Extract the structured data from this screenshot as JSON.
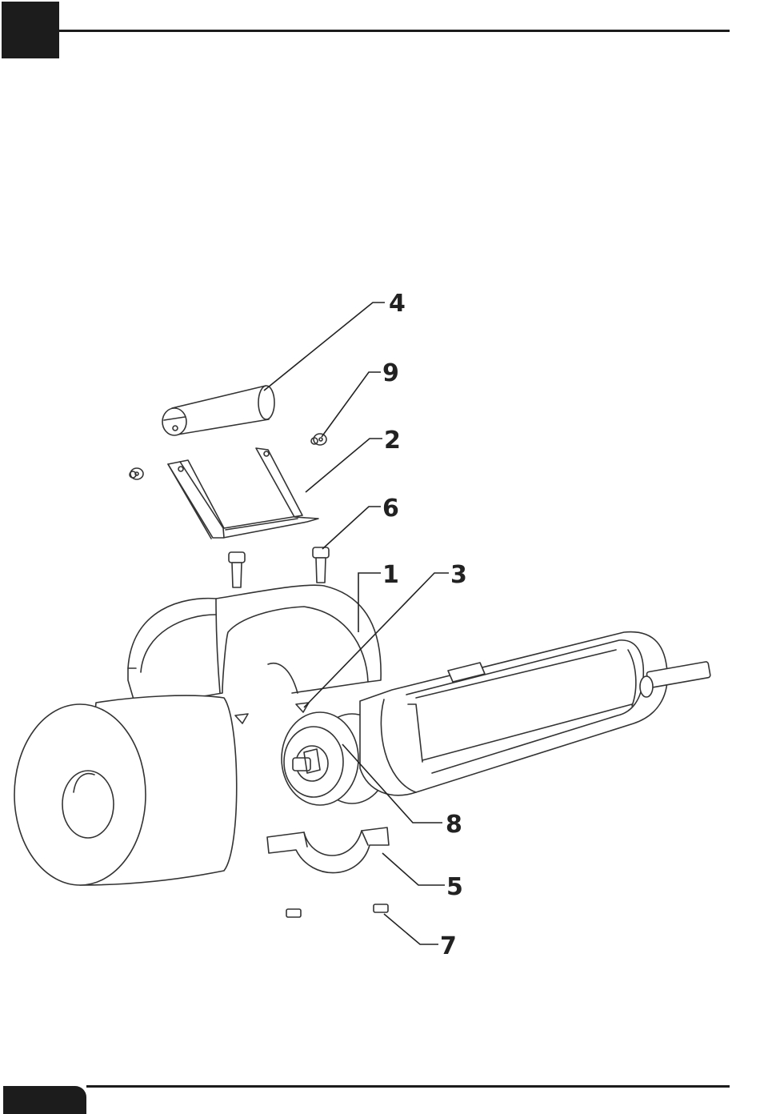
{
  "callouts": {
    "c1": "1",
    "c2": "2",
    "c3": "3",
    "c4": "4",
    "c5": "5",
    "c6": "6",
    "c7": "7",
    "c8": "8",
    "c9": "9"
  },
  "colors": {
    "ink": "#1c1c1c",
    "background": "#ffffff"
  }
}
